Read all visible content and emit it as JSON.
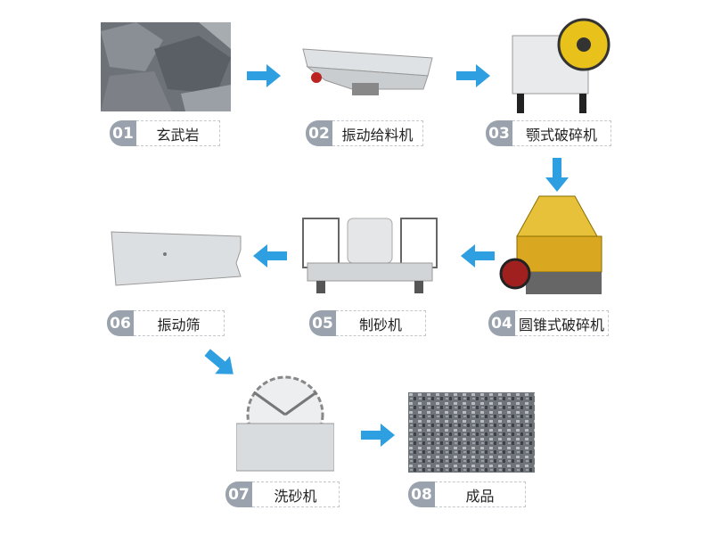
{
  "arrow_color": "#2e9fe0",
  "steps": [
    {
      "num": "01",
      "label": "玄武岩",
      "icon": "basalt-rock-photo"
    },
    {
      "num": "02",
      "label": "振动给料机",
      "icon": "vibrating-feeder-photo"
    },
    {
      "num": "03",
      "label": "颚式破碎机",
      "icon": "jaw-crusher-photo"
    },
    {
      "num": "04",
      "label": "圆锥式破碎机",
      "icon": "cone-crusher-photo"
    },
    {
      "num": "05",
      "label": "制砂机",
      "icon": "sand-making-machine-photo"
    },
    {
      "num": "06",
      "label": "振动筛",
      "icon": "vibrating-screen-photo"
    },
    {
      "num": "07",
      "label": "洗砂机",
      "icon": "sand-washer-photo"
    },
    {
      "num": "08",
      "label": "成品",
      "icon": "finished-gravel-photo"
    }
  ]
}
